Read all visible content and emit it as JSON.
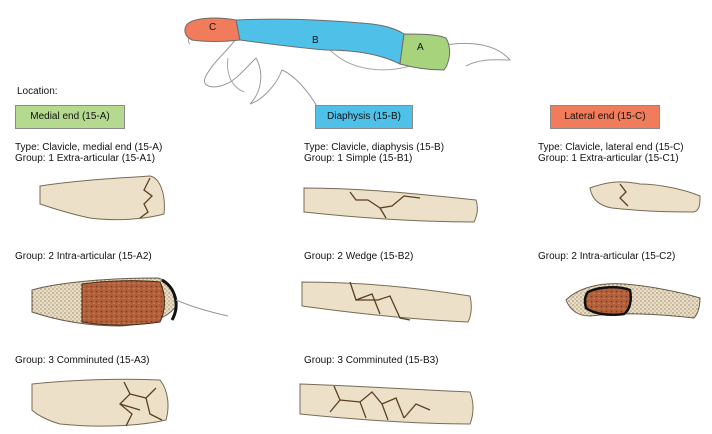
{
  "top_labels": {
    "c": "C",
    "b": "B",
    "a": "A"
  },
  "location_label": "Location:",
  "columns": [
    {
      "box_label": "Medial end (15-A)",
      "box_color": "#b5d98f",
      "type": "Type: Clavicle, medial end (15-A)",
      "groups": [
        "Group: 1 Extra-articular (15-A1)",
        "Group: 2 Intra-articular (15-A2)",
        "Group: 3 Comminuted (15-A3)"
      ]
    },
    {
      "box_label": "Diaphysis (15-B)",
      "box_color": "#4fc1e9",
      "type": "Type: Clavicle, diaphysis (15-B)",
      "groups": [
        "Group: 1 Simple (15-B1)",
        "Group: 2 Wedge (15-B2)",
        "Group: 3 Comminuted (15-B3)"
      ]
    },
    {
      "box_label": "Lateral end (15-C)",
      "box_color": "#f07c5c",
      "type": "Type: Clavicle, lateral end (15-C)",
      "groups": [
        "Group: 1 Extra-articular (15-C1)",
        "Group: 2 Intra-articular (15-C2)"
      ]
    }
  ]
}
